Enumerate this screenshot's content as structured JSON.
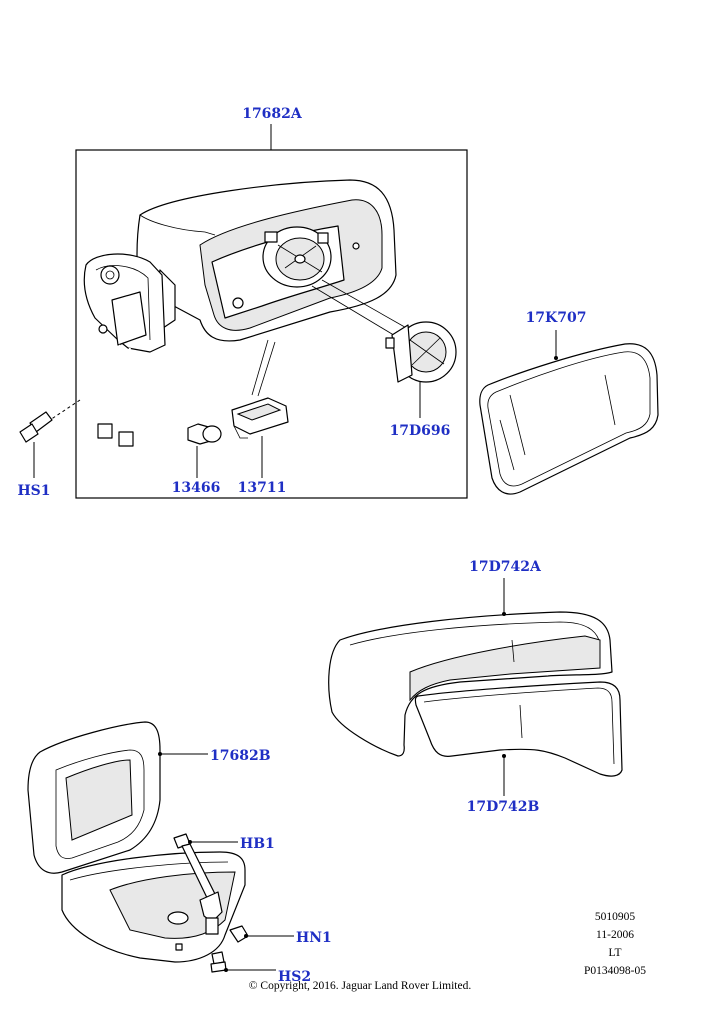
{
  "callouts": {
    "c17682A": "17682A",
    "c17K707": "17K707",
    "c17D696": "17D696",
    "c13466": "13466",
    "c13711": "13711",
    "cHS1": "HS1",
    "c17D742A": "17D742A",
    "c17D742B": "17D742B",
    "c17682B": "17682B",
    "cHB1": "HB1",
    "cHN1": "HN1",
    "cHS2": "HS2"
  },
  "reference": {
    "line1": "5010905",
    "line2": "11-2006",
    "line3": "LT",
    "line4": "P0134098-05"
  },
  "copyright": "© Copyright, 2016. Jaguar Land Rover Limited.",
  "colors": {
    "callout": "#1f2fc4",
    "line": "#000000"
  }
}
